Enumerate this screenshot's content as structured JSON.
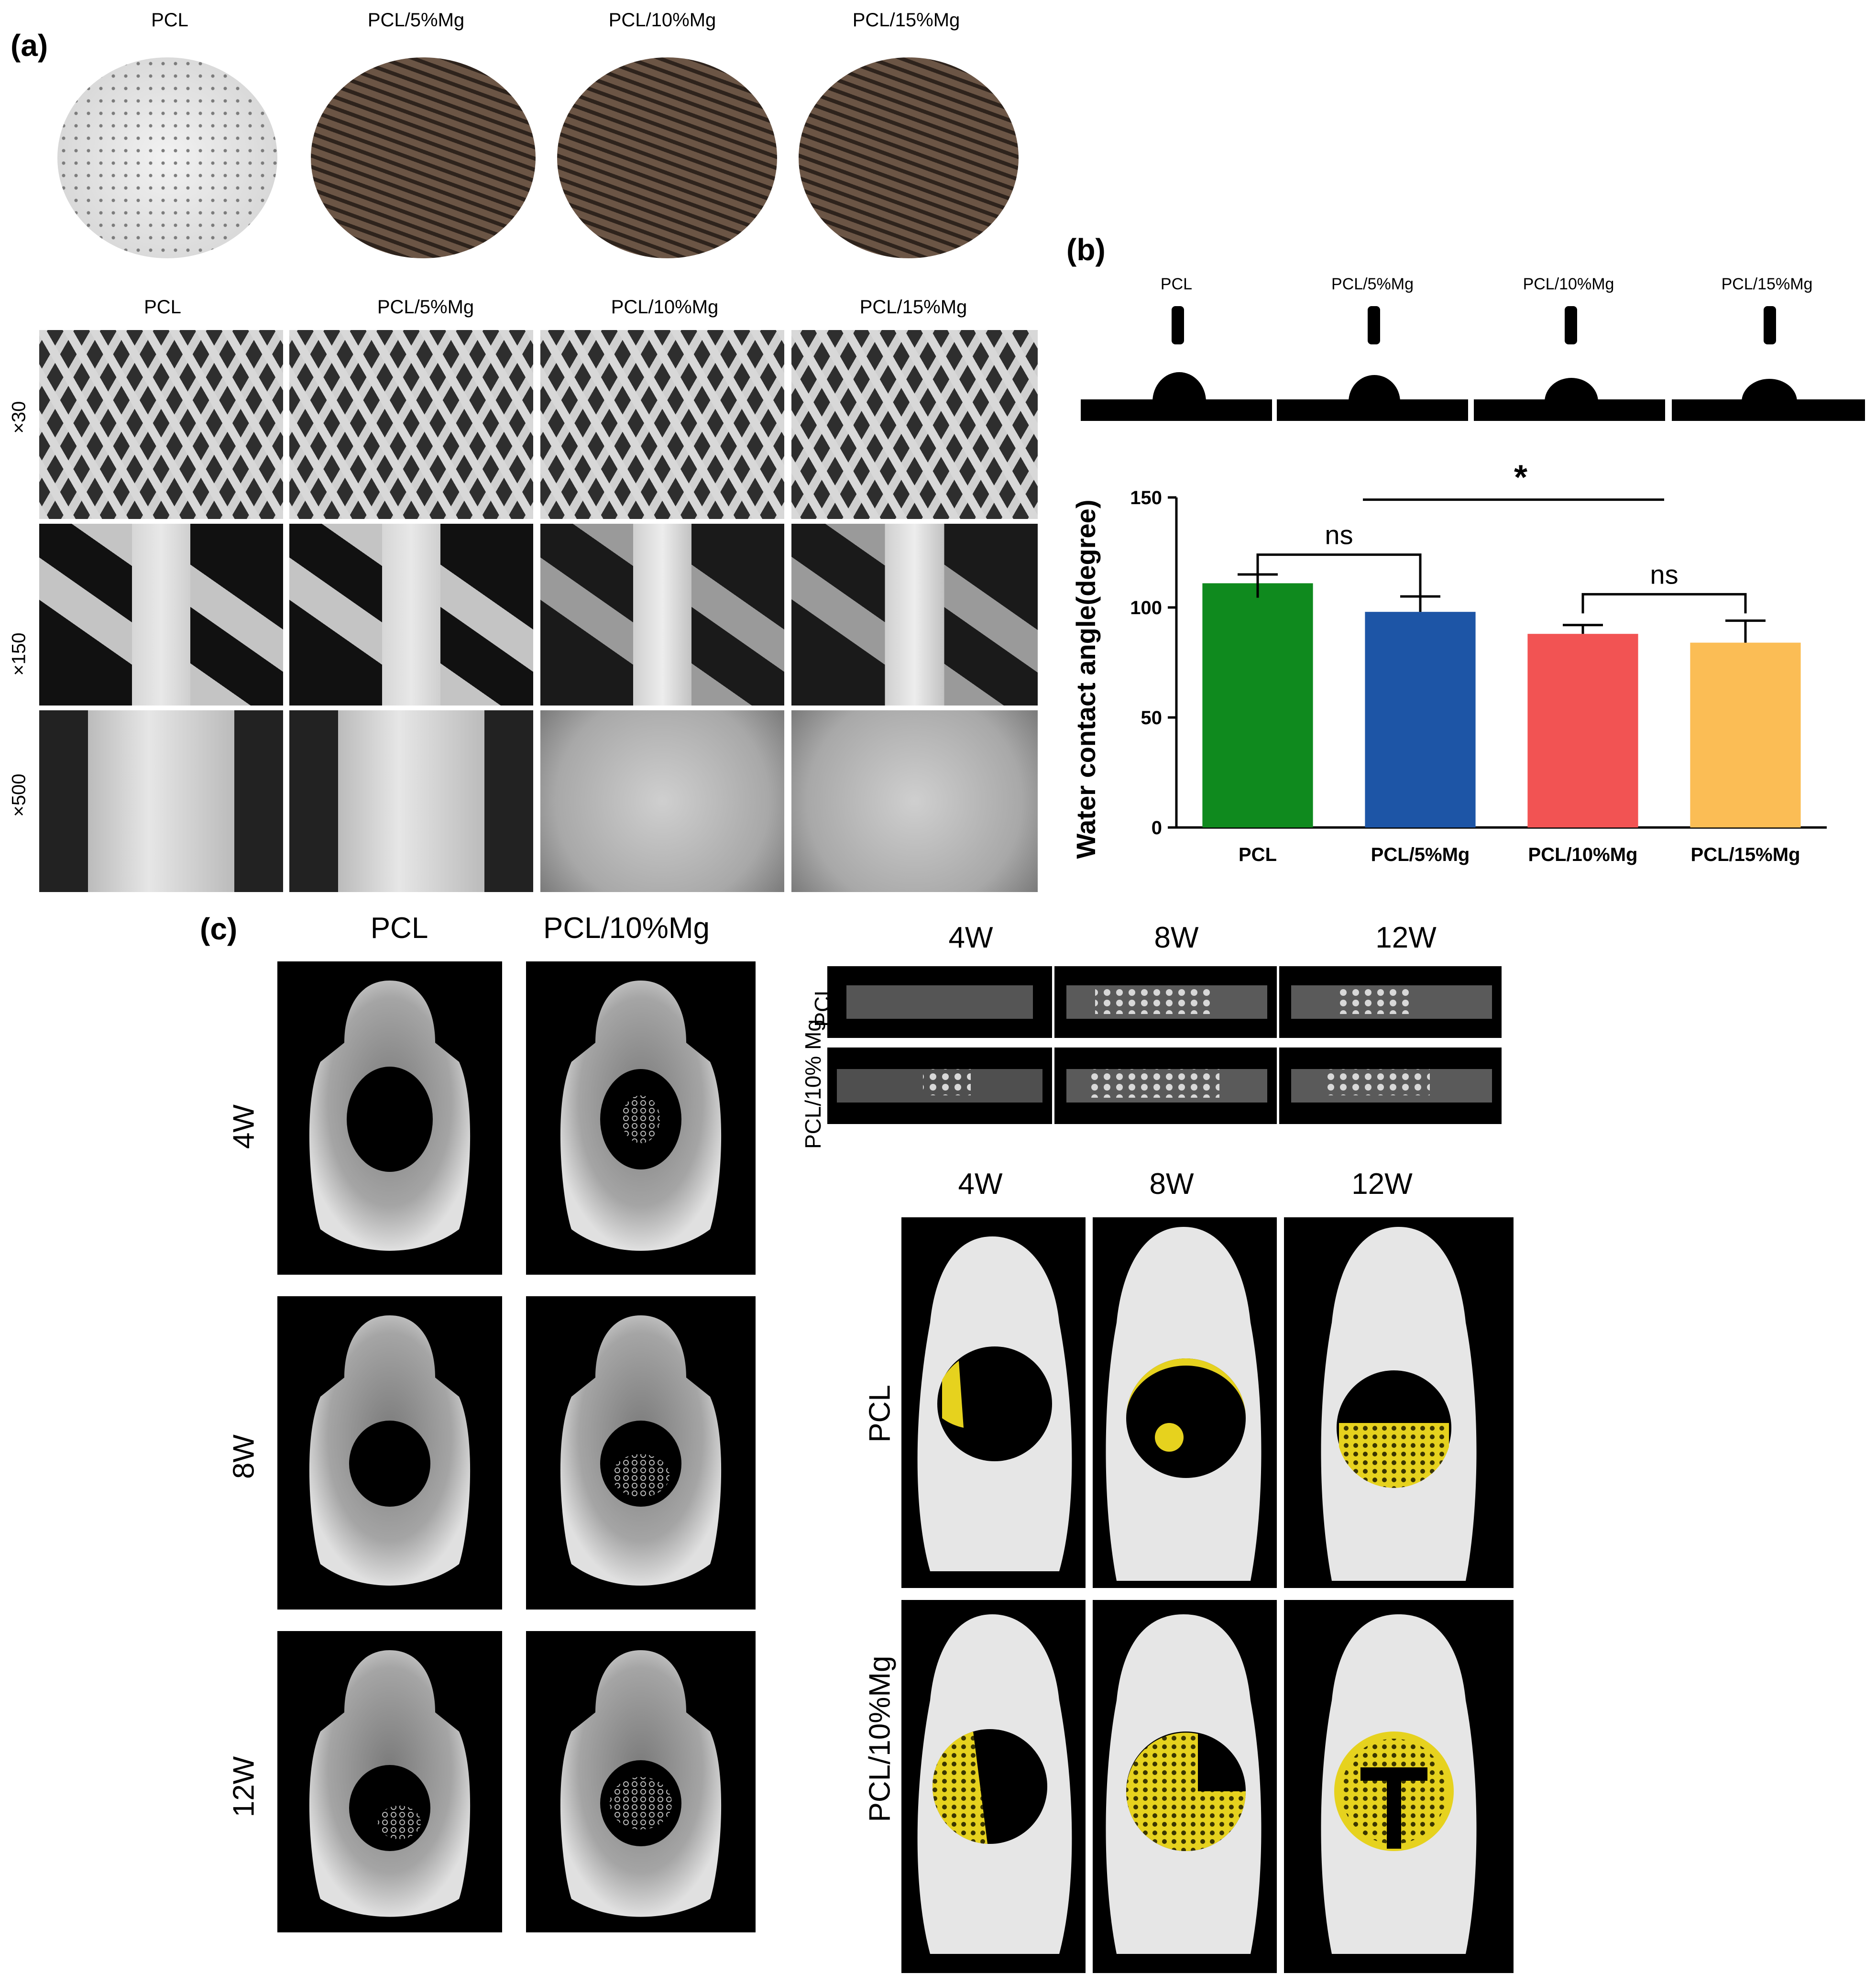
{
  "panel_labels": {
    "a": "(a)",
    "b": "(b)",
    "c": "(c)"
  },
  "panel_a": {
    "disk_labels": [
      "PCL",
      "PCL/5%Mg",
      "PCL/10%Mg",
      "PCL/15%Mg"
    ],
    "sem_col_labels": [
      "PCL",
      "PCL/5%Mg",
      "PCL/10%Mg",
      "PCL/15%Mg"
    ],
    "sem_row_labels": [
      "×30",
      "×150",
      "×500"
    ]
  },
  "panel_b": {
    "droplet_labels": [
      "PCL",
      "PCL/5%Mg",
      "PCL/10%Mg",
      "PCL/15%Mg"
    ],
    "sig": {
      "ns1": "ns",
      "ns2": "ns",
      "star": "*"
    }
  },
  "chart_data": {
    "type": "bar",
    "categories": [
      "PCL",
      "PCL/5%Mg",
      "PCL/10%Mg",
      "PCL/15%Mg"
    ],
    "values": [
      111,
      98,
      88,
      84
    ],
    "errors": [
      4,
      7,
      4,
      10
    ],
    "colors": [
      "#0f8a1e",
      "#1d55a6",
      "#f25353",
      "#fbbd55"
    ],
    "ylabel": "Water contact angle(degree)",
    "ylim": [
      0,
      150
    ],
    "yticks": [
      0,
      50,
      100,
      150
    ],
    "annotations": [
      {
        "text": "ns",
        "from": 0,
        "to": 1
      },
      {
        "text": "ns",
        "from": 2,
        "to": 3
      },
      {
        "text": "*",
        "from": 1,
        "to": 3
      }
    ]
  },
  "panel_c": {
    "left_col_labels": [
      "PCL",
      "PCL/10%Mg"
    ],
    "left_row_labels": [
      "4W",
      "8W",
      "12W"
    ],
    "ct_time_labels": [
      "4W",
      "8W",
      "12W"
    ],
    "ct_row_labels": [
      "PCL",
      "PCL/10% Mg"
    ],
    "recon_time_labels": [
      "4W",
      "8W",
      "12W"
    ],
    "recon_row_labels": [
      "PCL",
      "PCL/10%Mg"
    ]
  },
  "colors": {
    "highlight_yellow": "#e6d21e",
    "tissue_white": "#e6e6e6"
  }
}
